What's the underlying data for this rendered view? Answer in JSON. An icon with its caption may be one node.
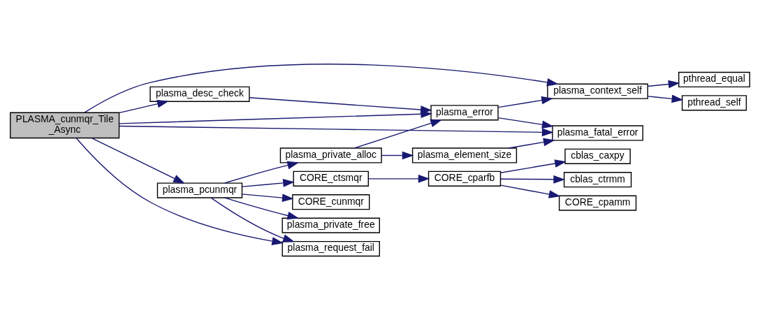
{
  "diagram": {
    "nodes": [
      {
        "text": [
          "PLASMA_cunmqr_Tile _Async"
        ]
      },
      {
        "text": [
          "plasma_desc_check"
        ]
      },
      {
        "text": [
          "plasma_context_self"
        ]
      },
      {
        "text": [
          "pthread_equal"
        ]
      },
      {
        "text": [
          "pthread_self"
        ]
      },
      {
        "text": [
          "plasma_error"
        ]
      },
      {
        "text": [
          "plasma_fatal_error"
        ]
      },
      {
        "text": [
          "plasma_pcunmqr"
        ]
      },
      {
        "text": [
          "plasma_private_alloc"
        ]
      },
      {
        "text": [
          "plasma_element_size"
        ]
      },
      {
        "text": [
          "CORE_ctsmqr"
        ]
      },
      {
        "text": [
          "CORE_cparfb"
        ]
      },
      {
        "text": [
          "cblas_caxpy"
        ]
      },
      {
        "text": [
          "cblas_ctrmm"
        ]
      },
      {
        "text": [
          "CORE_cpamm"
        ]
      },
      {
        "text": [
          "CORE_cunmqr"
        ]
      },
      {
        "text": [
          "plasma_private_free"
        ]
      },
      {
        "text": [
          "plasma_request_fail"
        ]
      }
    ],
    "edges": [
      {
        "from": 0,
        "to": 2,
        "arrow": "to"
      },
      {
        "from": 0,
        "to": 1,
        "arrow": "to"
      },
      {
        "from": 0,
        "to": 5,
        "arrow": "to"
      },
      {
        "from": 0,
        "to": 6,
        "arrow": "to"
      },
      {
        "from": 0,
        "to": 7,
        "arrow": "to"
      },
      {
        "from": 0,
        "to": 17,
        "arrow": "to"
      },
      {
        "from": 1,
        "to": 5,
        "arrow": "to"
      },
      {
        "from": 2,
        "to": 3,
        "arrow": "to"
      },
      {
        "from": 2,
        "to": 4,
        "arrow": "to"
      },
      {
        "from": 5,
        "to": 2,
        "arrow": "to"
      },
      {
        "from": 5,
        "to": 6,
        "arrow": "to"
      },
      {
        "from": 7,
        "to": 8,
        "arrow": "to"
      },
      {
        "from": 7,
        "to": 10,
        "arrow": "to"
      },
      {
        "from": 7,
        "to": 15,
        "arrow": "to"
      },
      {
        "from": 7,
        "to": 16,
        "arrow": "to"
      },
      {
        "from": 7,
        "to": 17,
        "arrow": "to"
      },
      {
        "from": 8,
        "to": 5,
        "arrow": "to"
      },
      {
        "from": 8,
        "to": 9,
        "arrow": "to"
      },
      {
        "from": 9,
        "to": 6,
        "arrow": "to"
      },
      {
        "from": 10,
        "to": 11,
        "arrow": "to"
      },
      {
        "from": 11,
        "to": 12,
        "arrow": "to"
      },
      {
        "from": 11,
        "to": 13,
        "arrow": "to"
      },
      {
        "from": 11,
        "to": 14,
        "arrow": "to"
      }
    ]
  }
}
